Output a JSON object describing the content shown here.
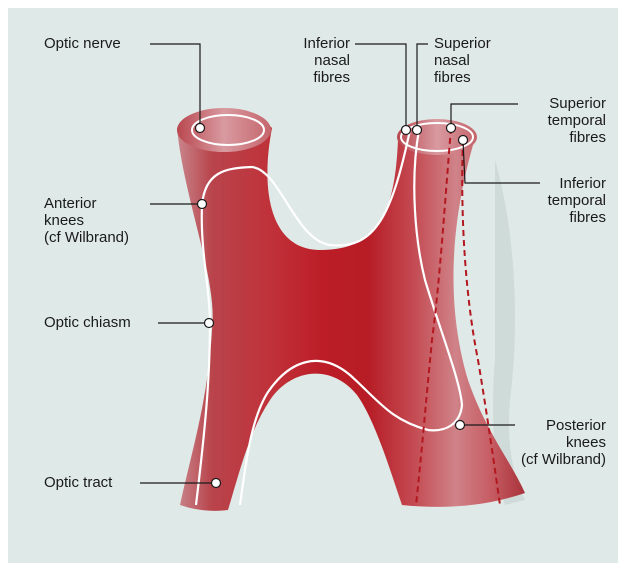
{
  "labels": {
    "optic_nerve": "Optic nerve",
    "anterior_knees": "Anterior\nknees\n(cf Wilbrand)",
    "optic_chiasm": "Optic chiasm",
    "optic_tract": "Optic tract",
    "inferior_nasal": "Inferior\nnasal\nfibres",
    "superior_nasal": "Superior\nnasal\nfibres",
    "superior_temporal": "Superior\ntemporal\nfibres",
    "inferior_temporal": "Inferior\ntemporal\nfibres",
    "posterior_knees": "Posterior\nknees\n(cf Wilbrand)"
  },
  "colors": {
    "background": "#dfe9e7",
    "tissue_dark": "#a81e28",
    "tissue_mid": "#c62b33",
    "tissue_light": "#d9a0a4",
    "fibre_line": "#ffffff",
    "dashed_fibre": "#b3171f"
  }
}
